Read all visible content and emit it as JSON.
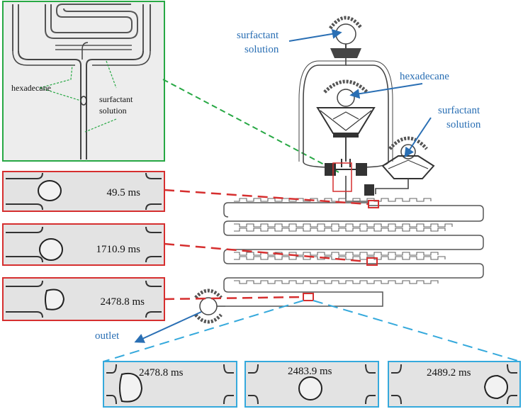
{
  "labels": {
    "surfactant_top_line1": "surfactant",
    "surfactant_top_line2": "solution",
    "hexadecane": "hexadecane",
    "surfactant_right_line1": "surfactant",
    "surfactant_right_line2": "solution",
    "outlet": "outlet"
  },
  "inset": {
    "hexadecane": "hexadecane",
    "surfactant_line1": "surfactant",
    "surfactant_line2": "solution"
  },
  "left_panels": [
    {
      "time": "49.5 ms"
    },
    {
      "time": "1710.9 ms"
    },
    {
      "time": "2478.8 ms"
    }
  ],
  "bottom_panels": [
    {
      "time": "2478.8 ms"
    },
    {
      "time": "2483.9 ms"
    },
    {
      "time": "2489.2 ms"
    }
  ],
  "colors": {
    "green": "#27a844",
    "red": "#d62f2f",
    "cyan": "#35a9dc",
    "blue_text": "#2a6fb4"
  }
}
